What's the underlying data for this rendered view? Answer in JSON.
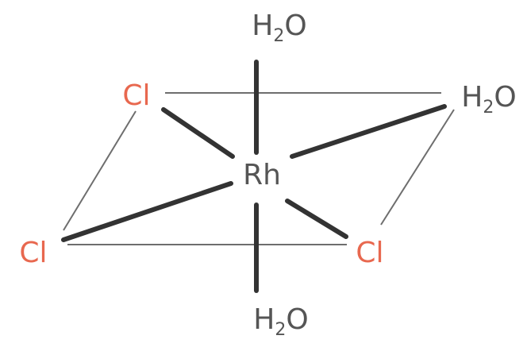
{
  "colors": {
    "metal": "#555555",
    "chlorine": "#e8684f",
    "water": "#555555",
    "bond": "#333333",
    "edge": "#6e6e6e"
  },
  "atoms": {
    "center": "Rh",
    "cl_back_left": "Cl",
    "cl_front_left": "Cl",
    "cl_front_right": "Cl",
    "water_top": {
      "main": "H",
      "sub": "2",
      "tail": "O"
    },
    "water_bottom": {
      "main": "H",
      "sub": "2",
      "tail": "O"
    },
    "water_back_right": {
      "main": "H",
      "sub": "2",
      "tail": "O"
    }
  }
}
